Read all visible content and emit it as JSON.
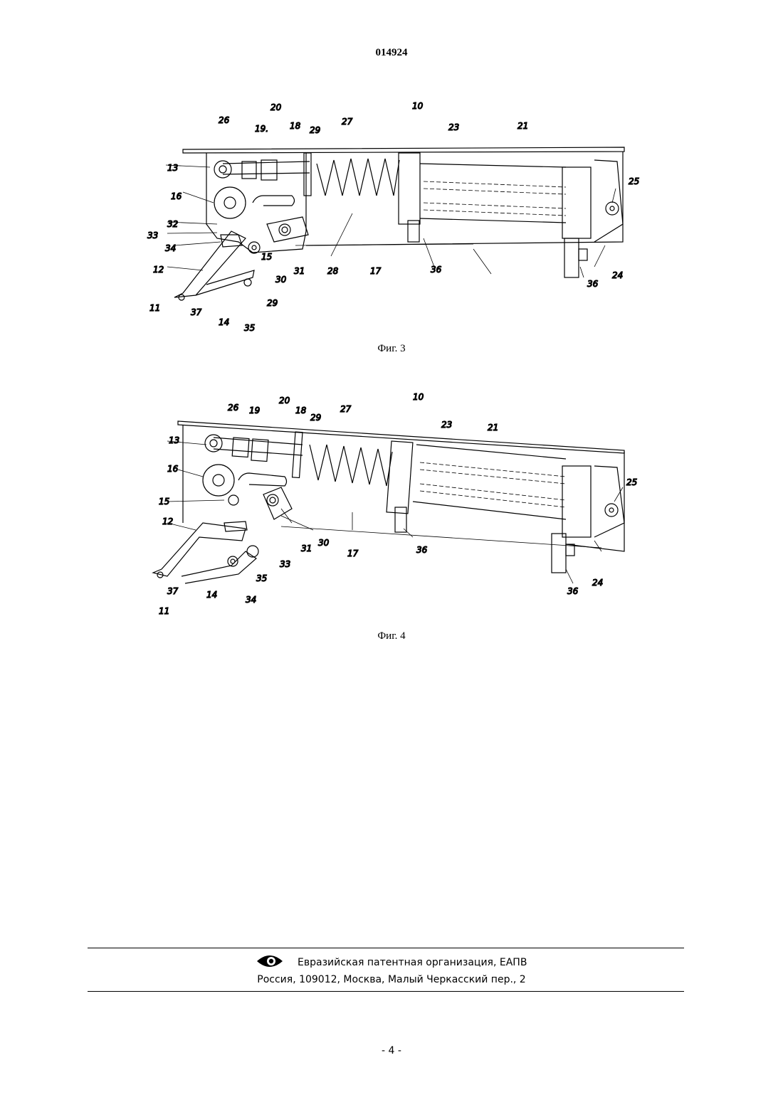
{
  "header": {
    "patent_number": "014924"
  },
  "figures": [
    {
      "caption": "Фиг. 3",
      "labels": {
        "l10": "10",
        "l20": "20",
        "l26": "26",
        "l19": "19.",
        "l18": "18",
        "l29a": "29",
        "l27": "27",
        "l23": "23",
        "l21": "21",
        "l13": "13",
        "l16": "16",
        "l25": "25",
        "l32": "32",
        "l33": "33",
        "l34": "34",
        "l12": "12",
        "l15": "15",
        "l30": "30",
        "l31": "31",
        "l28": "28",
        "l17": "17",
        "l36a": "36",
        "l36b": "36",
        "l24": "24",
        "l11": "11",
        "l37": "37",
        "l14": "14",
        "l35": "35",
        "l29b": "29"
      }
    },
    {
      "caption": "Фиг. 4",
      "labels": {
        "l10": "10",
        "l26": "26",
        "l19": "19",
        "l20": "20",
        "l18": "18",
        "l29": "29",
        "l27": "27",
        "l23": "23",
        "l21": "21",
        "l13": "13",
        "l16": "16",
        "l25": "25",
        "l15": "15",
        "l12": "12",
        "l31": "31",
        "l30": "30",
        "l17": "17",
        "l33": "33",
        "l35": "35",
        "l36a": "36",
        "l36b": "36",
        "l24": "24",
        "l37": "37",
        "l14": "14",
        "l34": "34",
        "l11": "11"
      }
    }
  ],
  "footer": {
    "organization": "Евразийская патентная организация, ЕАПВ",
    "address": "Россия, 109012, Москва, Малый Черкасский пер., 2"
  },
  "page_number": "- 4 -"
}
